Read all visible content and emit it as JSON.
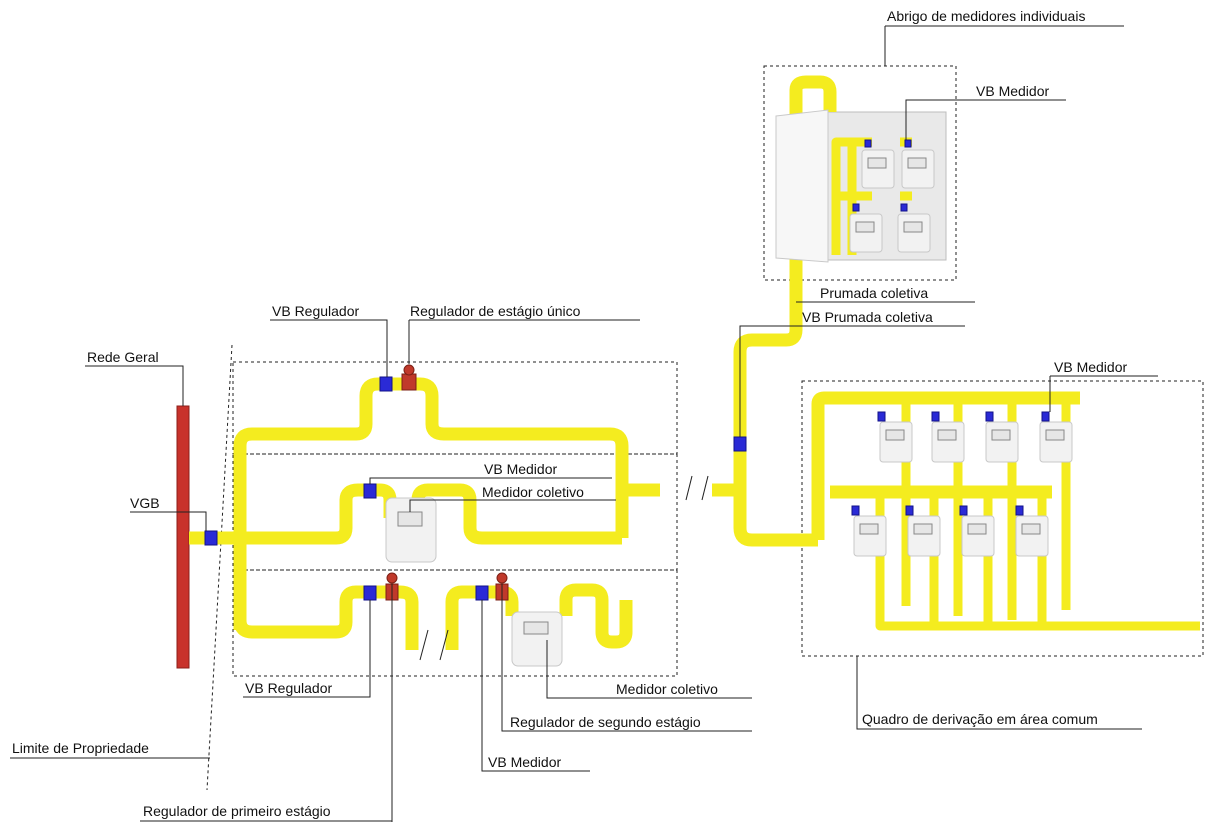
{
  "labels": {
    "abrigo": "Abrigo de medidores individuais",
    "vb_medidor_top": "VB Medidor",
    "prumada_coletiva": "Prumada coletiva",
    "vb_prumada_coletiva": "VB Prumada coletiva",
    "vb_regulador_top": "VB Regulador",
    "regulador_estagio_unico": "Regulador de estágio único",
    "rede_geral": "Rede Geral",
    "vb_medidor_right": "VB Medidor",
    "vb_medidor_mid": "VB Medidor",
    "medidor_coletivo_mid": "Medidor coletivo",
    "vgb": "VGB",
    "medidor_coletivo_bottom": "Medidor coletivo",
    "vb_regulador_bottom": "VB Regulador",
    "regulador_segundo_estagio": "Regulador de segundo estágio",
    "quadro_derivacao": "Quadro de derivação em área comum",
    "limite_propriedade": "Limite de Propriedade",
    "vb_medidor_bottom": "VB Medidor",
    "regulador_primeiro_estagio": "Regulador de primeiro estágio"
  },
  "colors": {
    "pipe": "#f4ec1f",
    "main_line": "#c8322b",
    "valve": "#2a2ad6",
    "regulator": "#c0392b"
  }
}
